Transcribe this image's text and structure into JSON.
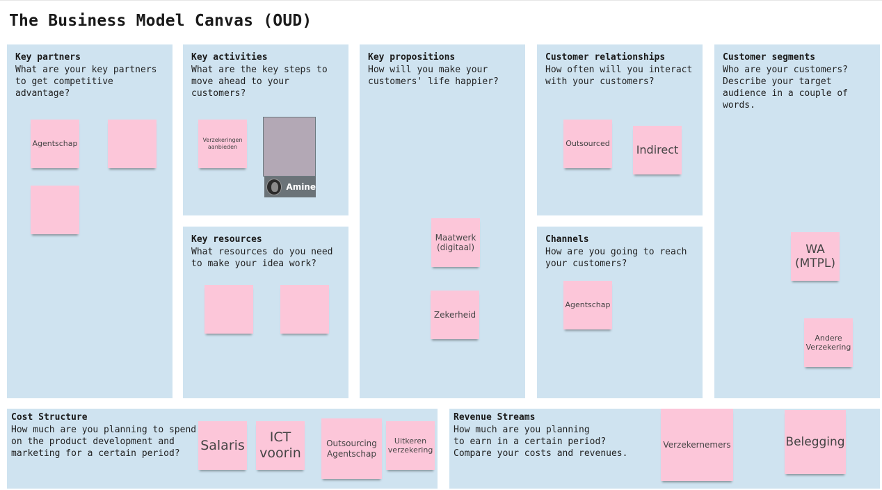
{
  "title": "The Business Model Canvas (OUD)",
  "panels": {
    "key_partners": {
      "heading": "Key partners",
      "desc": "What are your key partners\nto get competitive\nadvantage?"
    },
    "key_activities": {
      "heading": "Key activities",
      "desc": "What are the key steps to\nmove ahead to your\ncustomers?"
    },
    "key_propositions": {
      "heading": "Key propositions",
      "desc": "How will you make your\ncustomers' life happier?"
    },
    "customer_relationships": {
      "heading": "Customer relationships",
      "desc": "How often will you interact\nwith your customers?"
    },
    "customer_segments": {
      "heading": "Customer segments",
      "desc": "Who are your customers?\nDescribe your target\naudience in a couple of\nwords."
    },
    "key_resources": {
      "heading": "Key resources",
      "desc": "What resources do you need\nto make your idea work?"
    },
    "channels": {
      "heading": "Channels",
      "desc": "How are you going to reach\nyour customers?"
    },
    "cost_structure": {
      "heading": "Cost Structure",
      "desc": "How much are you planning to spend\non the product development and\nmarketing for a certain period?"
    },
    "revenue_streams": {
      "heading": "Revenue Streams",
      "desc": "How much are you planning\nto earn in a certain period?\nCompare your costs and revenues."
    }
  },
  "stickies": {
    "kp_agentschap": "Agentschap",
    "kp_blank_1": "",
    "kp_blank_2": "",
    "ka_verzekeringen": "Verzekeringen\naanbieden",
    "kr_blank_1": "",
    "kr_blank_2": "",
    "prop_maatwerk": "Maatwerk\n(digitaal)",
    "prop_zekerheid": "Zekerheid",
    "cr_outsourced": "Outsourced",
    "cr_indirect": "Indirect",
    "ch_agentschap": "Agentschap",
    "cs_wa": "WA\n(MTPL)",
    "cs_andere": "Andere\nVerzekering",
    "cost_salaris": "Salaris",
    "cost_ict": "ICT\nvoorin",
    "cost_outsourcing": "Outsourcing\nAgentschap",
    "cost_uitkeren": "Uitkeren\nverzekering",
    "rev_verzekernemers": "Verzekernemers",
    "rev_belegging": "Belegging"
  },
  "collaborator": {
    "name": "Amine"
  },
  "colors": {
    "panel_bg": "#cfe3f0",
    "sticky_bg": "#fcc6d9"
  }
}
